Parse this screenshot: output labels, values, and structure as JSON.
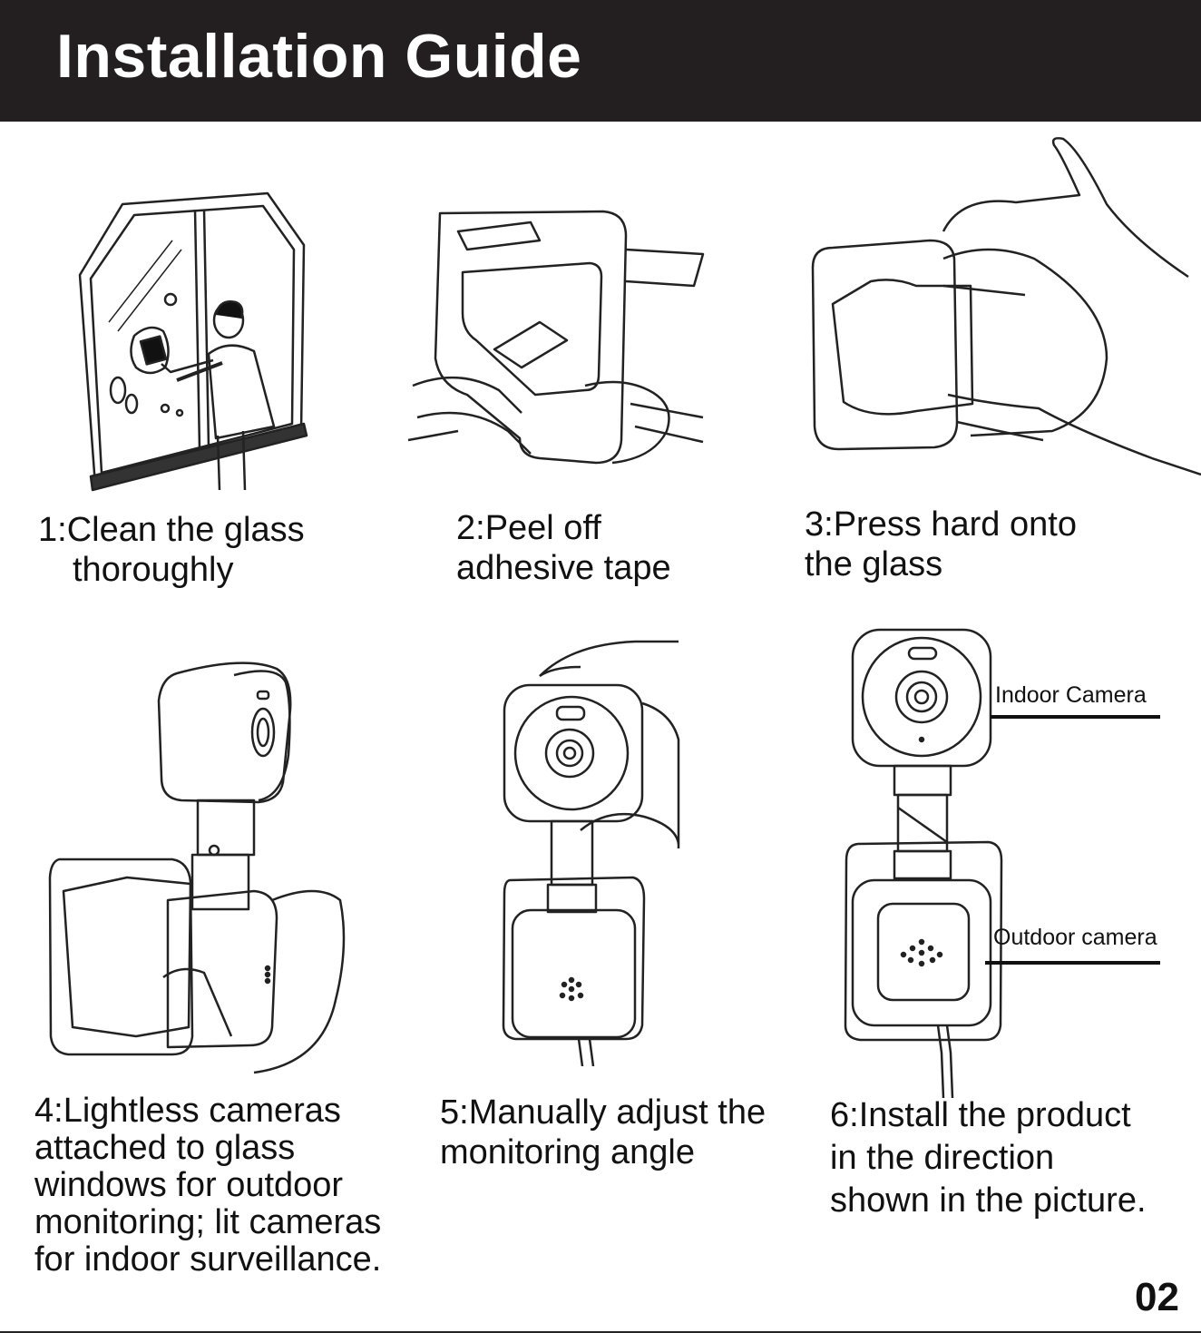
{
  "header": {
    "title": "Installation Guide"
  },
  "steps": [
    {
      "lines": [
        "1:Clean the glass",
        "thoroughly"
      ]
    },
    {
      "lines": [
        "2:Peel off",
        "adhesive tape"
      ]
    },
    {
      "lines": [
        "3:Press hard onto",
        "the glass"
      ]
    },
    {
      "lines": [
        "4:Lightless cameras",
        "attached to glass",
        "windows for outdoor",
        "monitoring; lit cameras",
        "for indoor surveillance."
      ]
    },
    {
      "lines": [
        "5:Manually adjust the",
        "monitoring angle"
      ]
    },
    {
      "lines": [
        "6:Install the product",
        "in the direction",
        "shown in the picture."
      ]
    }
  ],
  "callouts": {
    "indoor": "Indoor Camera",
    "outdoor": "Outdoor camera"
  },
  "footer": {
    "page_number": "02"
  },
  "colors": {
    "header_bg": "#231f20",
    "header_text": "#ffffff",
    "line_art": "#222222"
  },
  "icons": [
    "window-cleaning-illustration",
    "adhesive-mount-illustration",
    "press-mount-illustration",
    "camera-on-mount-illustration",
    "adjust-angle-illustration",
    "dual-camera-illustration"
  ]
}
